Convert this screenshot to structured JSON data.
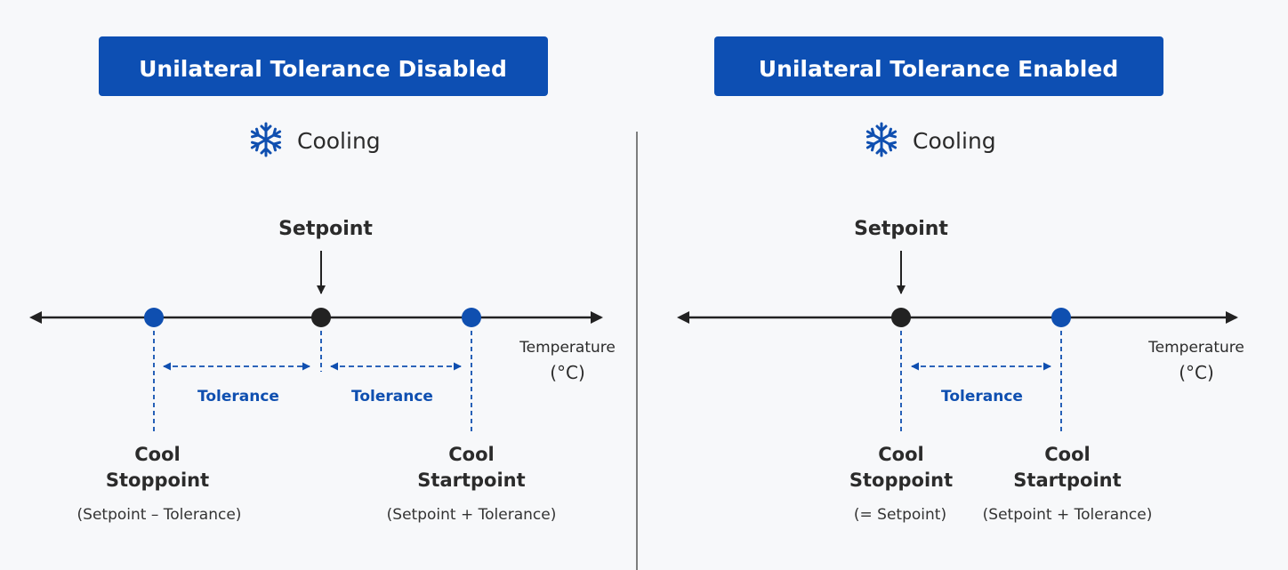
{
  "colors": {
    "accent_blue": "#0f4fb0",
    "banner_blue": "#0d4fb3",
    "axis_dark": "#222222",
    "setpoint_dot": "#222222",
    "background": "#f7f8fa"
  },
  "panels": [
    {
      "banner_label": "Unilateral Tolerance Disabled",
      "mode_icon": "snowflake-icon",
      "mode_label": "Cooling",
      "setpoint_label": "Setpoint",
      "tolerance_labels": [
        "Tolerance",
        "Tolerance"
      ],
      "axis_label_line1": "Temperature",
      "axis_label_line2": "(°C)",
      "stoppoint": {
        "name_line1": "Cool",
        "name_line2": "Stoppoint",
        "formula": "(Setpoint – Tolerance)"
      },
      "startpoint": {
        "name_line1": "Cool",
        "name_line2": "Startpoint",
        "formula": "(Setpoint + Tolerance)"
      }
    },
    {
      "banner_label": "Unilateral Tolerance Enabled",
      "mode_icon": "snowflake-icon",
      "mode_label": "Cooling",
      "setpoint_label": "Setpoint",
      "tolerance_labels": [
        "Tolerance"
      ],
      "axis_label_line1": "Temperature",
      "axis_label_line2": "(°C)",
      "stoppoint": {
        "name_line1": "Cool",
        "name_line2": "Stoppoint",
        "formula": "(= Setpoint)"
      },
      "startpoint": {
        "name_line1": "Cool",
        "name_line2": "Startpoint",
        "formula": "(Setpoint + Tolerance)"
      }
    }
  ]
}
